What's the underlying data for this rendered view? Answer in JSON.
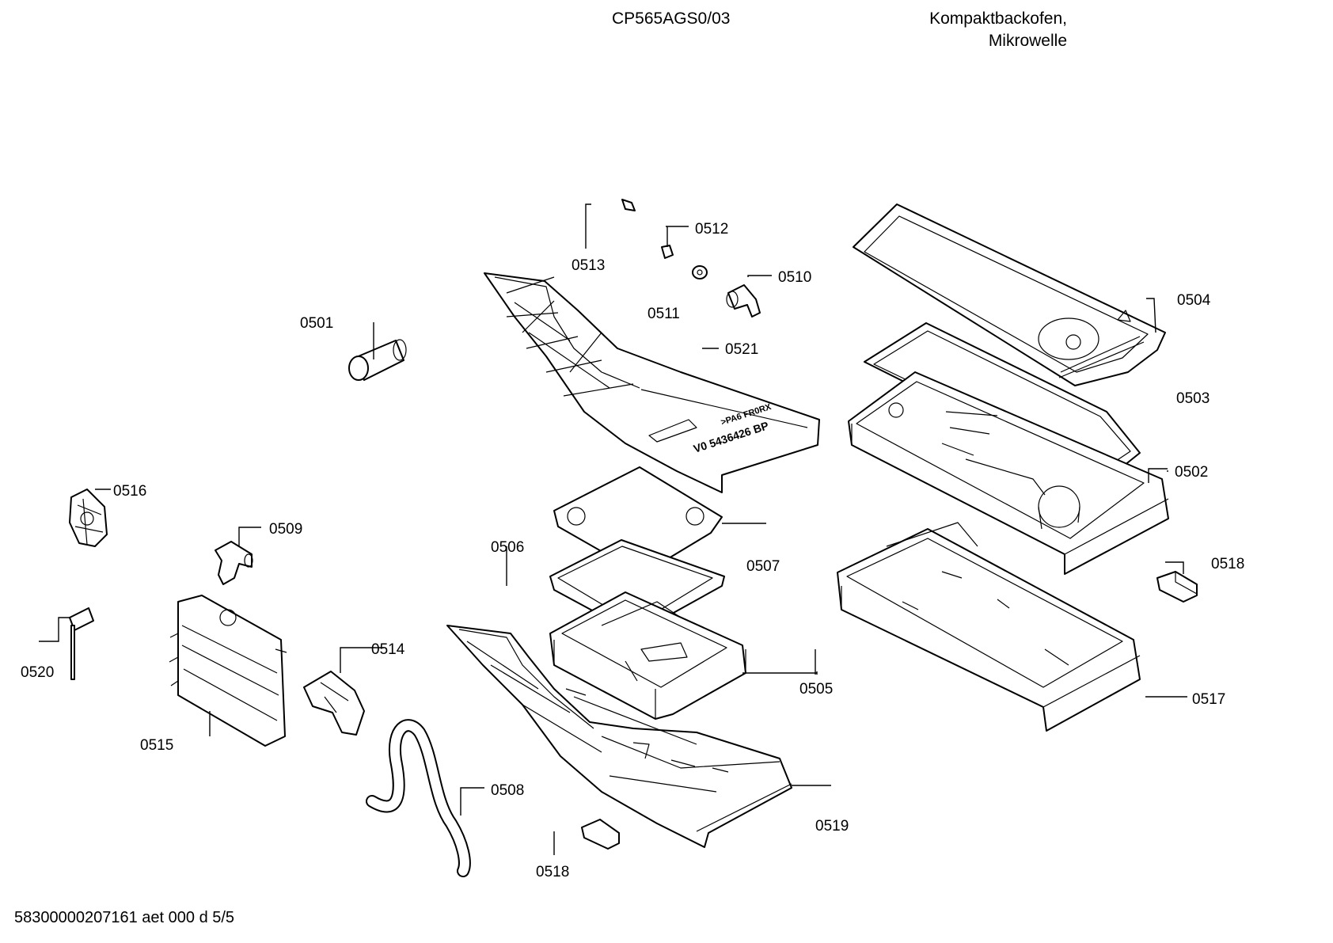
{
  "header": {
    "model": "CP565AGS0/03",
    "description_line1": "Kompaktbackofen,",
    "description_line2": "Mikrowelle"
  },
  "footer": {
    "code": "58300000207161 aet 000 d 5/5"
  },
  "part_labels": {
    "p0501": "0501",
    "p0502": "0502",
    "p0503": "0503",
    "p0504": "0504",
    "p0505": "0505",
    "p0506": "0506",
    "p0507": "0507",
    "p0508": "0508",
    "p0509": "0509",
    "p0510": "0510",
    "p0511": "0511",
    "p0512": "0512",
    "p0513": "0513",
    "p0514": "0514",
    "p0515": "0515",
    "p0516": "0516",
    "p0517": "0517",
    "p0518a": "0518",
    "p0518b": "0518",
    "p0519": "0519",
    "p0520": "0520",
    "p0521": "0521"
  },
  "part_markings": {
    "duct_text_1": "V0  5436426  BP",
    "duct_text_2": ">PA6 FR0RX"
  }
}
